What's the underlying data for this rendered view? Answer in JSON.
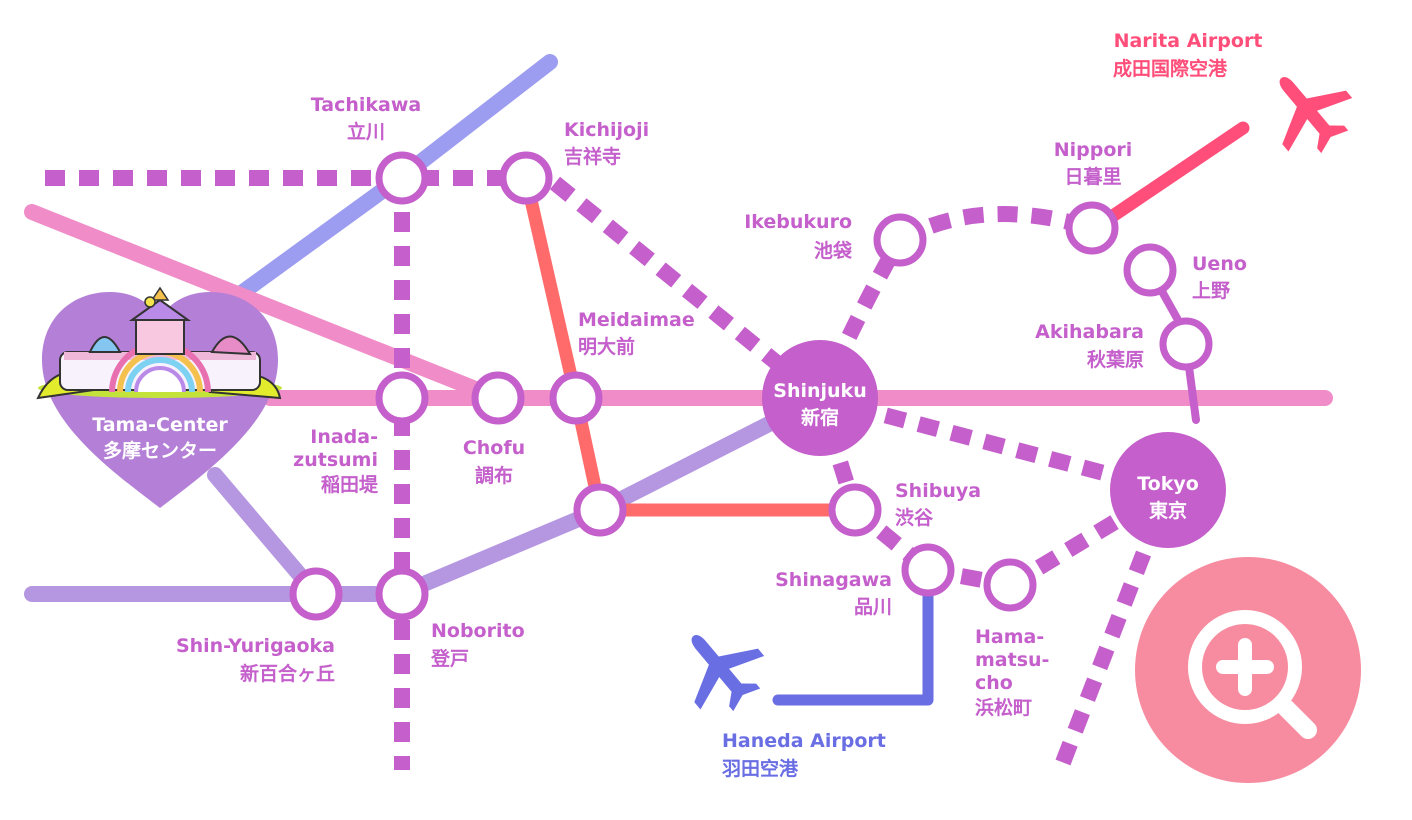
{
  "stations": {
    "tachikawa": {
      "en": "Tachikawa",
      "ja": "立川"
    },
    "kichijoji": {
      "en": "Kichijoji",
      "ja": "吉祥寺"
    },
    "nippori": {
      "en": "Nippori",
      "ja": "日暮里"
    },
    "ikebukuro": {
      "en": "Ikebukuro",
      "ja": "池袋"
    },
    "ueno": {
      "en": "Ueno",
      "ja": "上野"
    },
    "akihabara": {
      "en": "Akihabara",
      "ja": "秋葉原"
    },
    "meidaimae": {
      "en": "Meidaimae",
      "ja": "明大前"
    },
    "shinjuku": {
      "en": "Shinjuku",
      "ja": "新宿"
    },
    "tama_center": {
      "en": "Tama-Center",
      "ja": "多摩センター"
    },
    "inadazutsumi": {
      "en1": "Inada-",
      "en2": "zutsumi",
      "ja": "稲田堤"
    },
    "chofu": {
      "en": "Chofu",
      "ja": "調布"
    },
    "shibuya": {
      "en": "Shibuya",
      "ja": "渋谷"
    },
    "tokyo": {
      "en": "Tokyo",
      "ja": "東京"
    },
    "shinagawa": {
      "en": "Shinagawa",
      "ja": "品川"
    },
    "shin_yurigaoka": {
      "en": "Shin-Yurigaoka",
      "ja": "新百合ヶ丘"
    },
    "noborito": {
      "en": "Noborito",
      "ja": "登戸"
    },
    "hamamatsucho": {
      "en1": "Hama-",
      "en2": "matsu-",
      "en3": "cho",
      "ja": "浜松町"
    }
  },
  "airports": {
    "narita": {
      "en": "Narita Airport",
      "ja": "成田国際空港"
    },
    "haneda": {
      "en": "Haneda Airport",
      "ja": "羽田空港"
    }
  },
  "icons": [
    "airplane-icon",
    "zoom-in-icon",
    "theme-park-icon"
  ],
  "colors": {
    "station_accent": "#c45fcb",
    "chuo_line": "#9c9cf0",
    "keio_line": "#f08cc8",
    "odakyu_line": "#b596e0",
    "red_line": "#ff6b6b",
    "narita_line": "#ff4e7a",
    "haneda_line": "#6a6ee3",
    "zoom_button": "#f78ca0"
  }
}
